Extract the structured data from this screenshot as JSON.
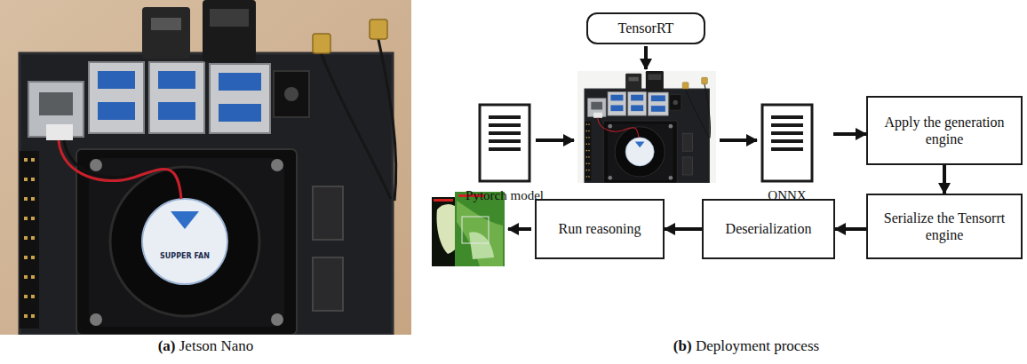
{
  "diagram": {
    "nodes": [
      {
        "text": [
          "TensorRT"
        ]
      },
      {
        "text": [
          "Pytorch model"
        ]
      },
      {
        "text": [
          "ONNX"
        ]
      },
      {
        "text": [
          "Apply the generation engine"
        ]
      },
      {
        "text": [
          "Serialize the Tensorrt engine"
        ]
      },
      {
        "text": [
          "Deserialization"
        ]
      },
      {
        "text": [
          "Run reasoning"
        ]
      }
    ],
    "edges": [
      {
        "from": 2,
        "to": 3,
        "arrow": "to"
      },
      {
        "from": 3,
        "to": 4,
        "arrow": "to"
      },
      {
        "from": 4,
        "to": 5,
        "arrow": "to"
      },
      {
        "from": 5,
        "to": 6,
        "arrow": "to"
      }
    ],
    "labels": [
      "(a)",
      "Jetson Nano",
      "(b)",
      "Deployment process",
      "SUPPER FAN"
    ]
  }
}
